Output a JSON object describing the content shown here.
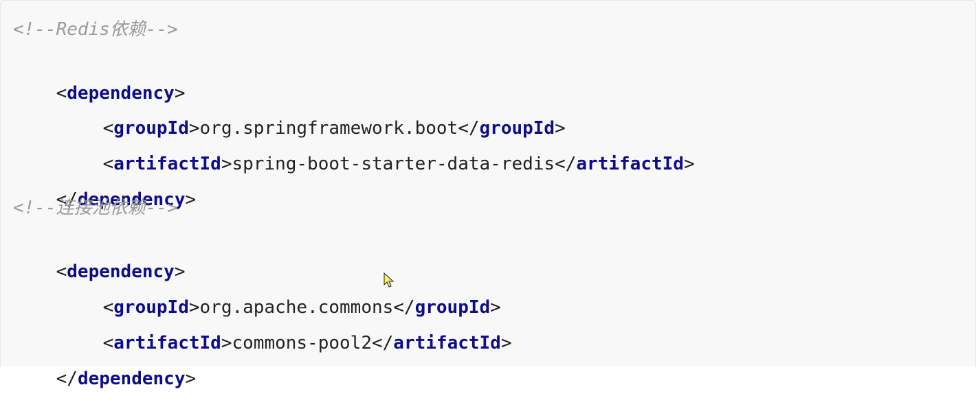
{
  "code": {
    "comment_redis": "<!--Redis依赖-->",
    "lt": "<",
    "gt": ">",
    "close_lt": "</",
    "dependency_tag": "dependency",
    "groupid_tag": "groupId",
    "artifactid_tag": "artifactId",
    "redis_group_value": "org.springframework.boot",
    "redis_artifact_value": "spring-boot-starter-data-redis",
    "comment_pool": "<!--连接池依赖-->",
    "pool_group_value": "org.apache.commons",
    "pool_artifact_value": "commons-pool2"
  },
  "theme": {
    "comment_color": "#9a9a9a",
    "tag_color": "#0d0d8a",
    "text_color": "#222222",
    "background": "#f8f8f8"
  },
  "icons": {
    "cursor": "mouse-pointer-icon"
  }
}
